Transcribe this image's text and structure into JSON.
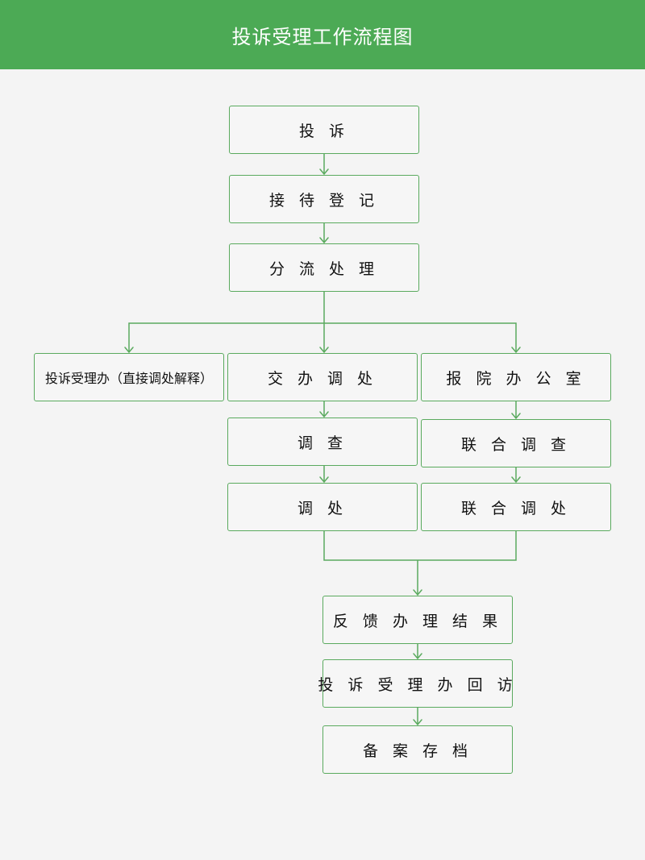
{
  "header": {
    "title": "投诉受理工作流程图"
  },
  "colors": {
    "accent": "#4caa55",
    "border": "#5aaa5e",
    "background": "#f4f4f4"
  },
  "nodes": {
    "complaint": "投 诉",
    "reception_registration": "接 待 登 记",
    "triage": "分 流 处 理",
    "direct_handling": "投诉受理办（直接调处解释）",
    "assign_mediation": "交 办 调 处",
    "report_office": "报 院 办 公 室",
    "investigation": "调 查",
    "joint_investigation": "联 合 调 查",
    "mediation": "调 处",
    "joint_mediation": "联 合 调 处",
    "feedback_result": "反 馈 办 理 结 果",
    "return_visit": "投 诉 受 理 办 回 访",
    "archive": "备 案 存 档"
  }
}
